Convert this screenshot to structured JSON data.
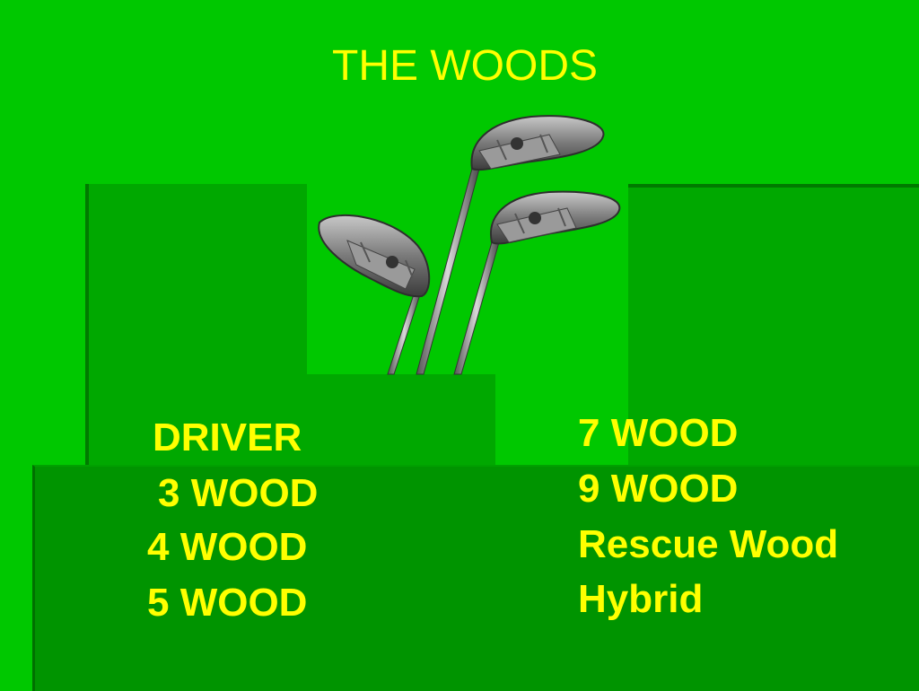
{
  "slide": {
    "title": "THE WOODS",
    "left_list": [
      "DRIVER",
      "3 WOOD",
      "4 WOOD",
      "5 WOOD"
    ],
    "right_list": [
      "7 WOOD",
      "9 WOOD",
      "Rescue Wood",
      "Hybrid"
    ],
    "colors": {
      "background": "#00c800",
      "panel": "#00a800",
      "panel_dark": "#009400",
      "text": "#ffff00"
    },
    "image": {
      "name": "golf-clubs-illustration",
      "club_count": 3
    }
  }
}
